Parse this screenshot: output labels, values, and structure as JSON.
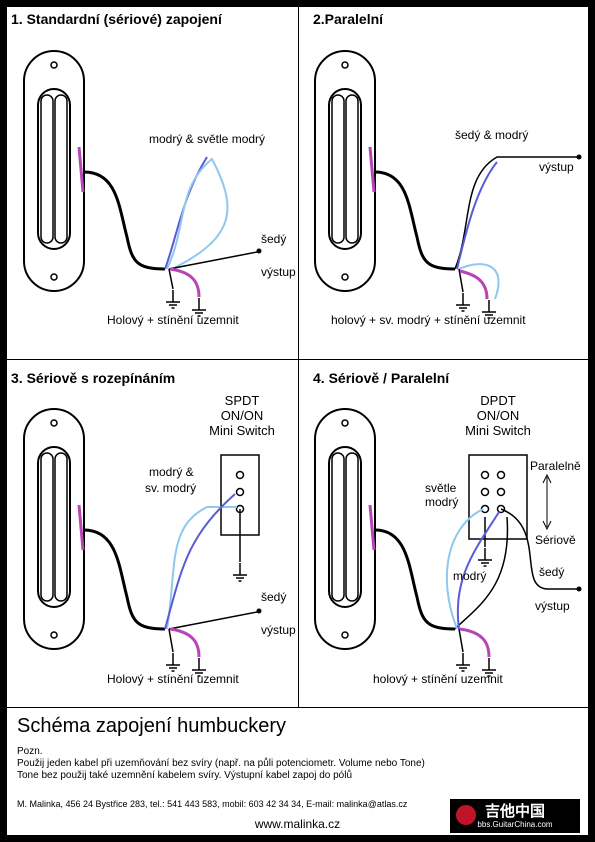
{
  "quadrants": [
    {
      "title": "1. Standardní (sériové) zapojení",
      "labels": {
        "wires": "modrý & světle modrý",
        "seda": "šedý",
        "vystup": "výstup",
        "ground": "Holový + stínění uzemnit"
      }
    },
    {
      "title": "2.Paralelní",
      "labels": {
        "wires": "šedý & modrý",
        "vystup": "výstup",
        "ground": "holový + sv. modrý + stínění uzemnit"
      }
    },
    {
      "title": "3. Sériově s rozepínáním",
      "switch": [
        "SPDT",
        "ON/ON",
        "Mini Switch"
      ],
      "labels": {
        "wires": "modrý &",
        "wires2": "sv. modrý",
        "seda": "šedý",
        "vystup": "výstup",
        "ground": "Holový + stínění uzemnit"
      }
    },
    {
      "title": "4. Sériově / Paralelní",
      "switch": [
        "DPDT",
        "ON/ON",
        "Mini Switch"
      ],
      "labels": {
        "svetle": "světle",
        "modry": "modrý",
        "modry2": "modrý",
        "seda": "šedý",
        "vystup": "výstup",
        "paralel": "Paralelně",
        "serie": "Sériově",
        "ground": "holový + stínění uzemnit"
      }
    }
  ],
  "footer": {
    "title": "Schéma zapojení humbuckery",
    "notes": [
      "Pozn.",
      "Použij jeden kabel při uzemňování bez svíry (např. na půli potenciometr. Volume nebo Tone)",
      "Tone bez použij také uzemnění kabelem svíry. Výstupní kabel zapoj do pólů"
    ],
    "contact": "M. Malinka, 456 24 Bystřice 283, tel.: 541 443 583, mobil: 603 42 34 34, E-mail: malinka@atlas.cz",
    "url": "www.malinka.cz",
    "logo_title": "吉他中国",
    "logo_url": "bbs.GuitarChina.com"
  },
  "colors": {
    "blue": "#5b5bd6",
    "lightblue": "#8fc8ee",
    "purple": "#b844b8",
    "black": "#000000"
  }
}
